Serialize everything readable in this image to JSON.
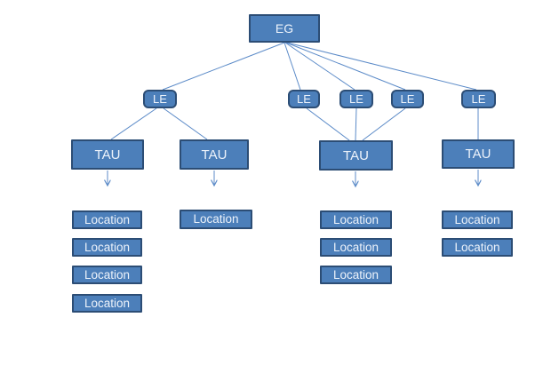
{
  "colors": {
    "node_fill": "#4c7fba",
    "node_border": "#2c4d75",
    "node_text": "#edf3fb",
    "connector": "#5c8bc8",
    "background": "#ffffff"
  },
  "org_chart": {
    "root": {
      "label": "EG"
    },
    "le_nodes": [
      {
        "label": "LE"
      },
      {
        "label": "LE"
      },
      {
        "label": "LE"
      },
      {
        "label": "LE"
      },
      {
        "label": "LE"
      }
    ],
    "tau_nodes": [
      {
        "label": "TAU"
      },
      {
        "label": "TAU"
      },
      {
        "label": "TAU"
      },
      {
        "label": "TAU"
      }
    ],
    "location_columns": [
      {
        "locations": [
          "Location",
          "Location",
          "Location",
          "Location"
        ]
      },
      {
        "locations": [
          "Location"
        ]
      },
      {
        "locations": [
          "Location",
          "Location",
          "Location"
        ]
      },
      {
        "locations": [
          "Location",
          "Location"
        ]
      }
    ],
    "edges": [
      {
        "from": "EG",
        "to": "LE-1"
      },
      {
        "from": "EG",
        "to": "LE-2"
      },
      {
        "from": "EG",
        "to": "LE-3"
      },
      {
        "from": "EG",
        "to": "LE-4"
      },
      {
        "from": "EG",
        "to": "LE-5"
      },
      {
        "from": "LE-1",
        "to": "TAU-1"
      },
      {
        "from": "LE-1",
        "to": "TAU-2"
      },
      {
        "from": "LE-2",
        "to": "TAU-3"
      },
      {
        "from": "LE-3",
        "to": "TAU-3"
      },
      {
        "from": "LE-4",
        "to": "TAU-3"
      },
      {
        "from": "LE-5",
        "to": "TAU-4"
      },
      {
        "from": "TAU-1",
        "to": "locations-arrow"
      },
      {
        "from": "TAU-2",
        "to": "locations-arrow"
      },
      {
        "from": "TAU-3",
        "to": "locations-arrow"
      },
      {
        "from": "TAU-4",
        "to": "locations-arrow"
      }
    ]
  }
}
